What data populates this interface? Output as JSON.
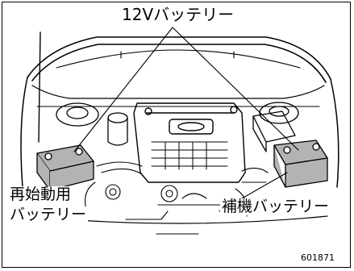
{
  "labels": {
    "twelve_volt_battery": "12Vバッテリー",
    "restart_battery_line1": "再始動用",
    "restart_battery_line2": "バッテリー",
    "auxiliary_battery": "補機バッテリー",
    "figure_number": "601871"
  },
  "colors": {
    "line": "#000000",
    "battery_fill": "#b3b3b3",
    "background": "#ffffff"
  }
}
